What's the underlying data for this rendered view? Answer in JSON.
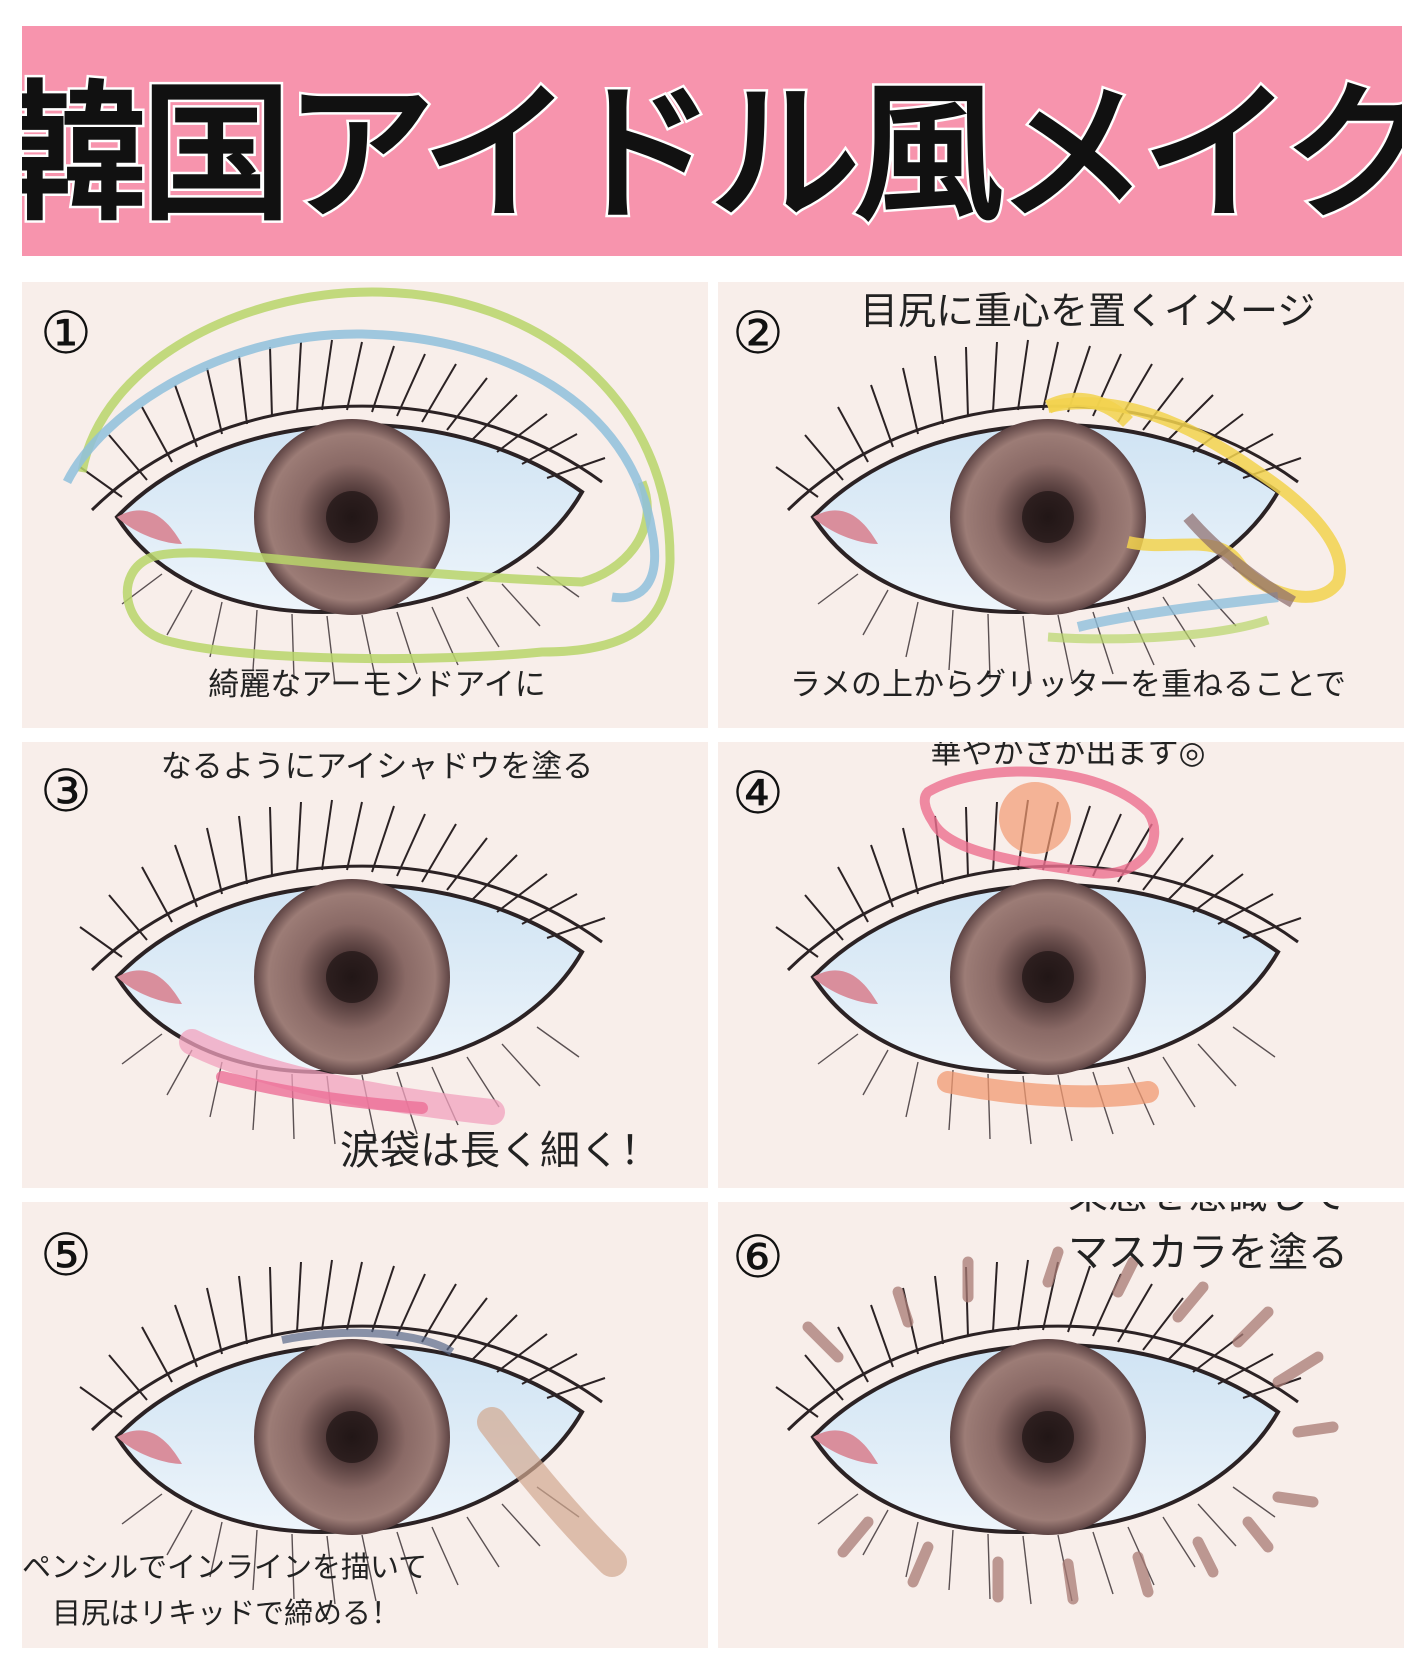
{
  "title": "韓国アイドル風メイク",
  "colors": {
    "banner": "#f794ad",
    "panel": "#f8eeea",
    "iris": "#8a6a66",
    "sclera": "#e6f0f8",
    "green": "#b8d56a",
    "blue": "#8fbfdc",
    "yellow": "#f2d24e",
    "pink": "#ec6f97",
    "orange": "#f29a72",
    "brown": "#b98a80"
  },
  "panels": [
    {
      "number": "①",
      "lines": [
        "綺麗なアーモンドアイに",
        "なるようにアイシャドウを塗る"
      ]
    },
    {
      "number": "②",
      "top_note": "目尻に重心を置くイメージ",
      "lines": [
        "ラメの上からグリッターを重ねることで",
        "華やかさが出ます◎"
      ]
    },
    {
      "number": "③",
      "lines": [
        "涙袋は長く細く！"
      ]
    },
    {
      "number": "④"
    },
    {
      "number": "⑤",
      "lines": [
        "ペンシルでインラインを描いて",
        "目尻はリキッドで締める！"
      ]
    },
    {
      "number": "⑥",
      "lines": [
        "束感を意識して",
        "マスカラを塗る"
      ]
    }
  ]
}
